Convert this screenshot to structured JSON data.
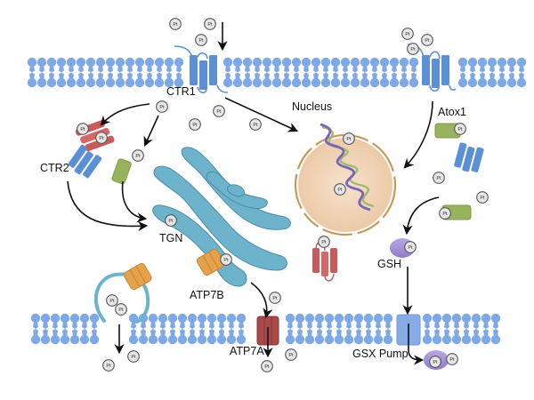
{
  "title": "Cellular platinum transport pathway",
  "colors": {
    "membrane": "#7ea8e6",
    "membrane_dark": "#6b98dc",
    "ctr_protein": "#5b8fd6",
    "golgi": "#6eb3cc",
    "golgi_edge": "#4a8ea8",
    "nucleus_fill": "#f3d8bd",
    "nucleus_ring": "#c49a5a",
    "dna_purple": "#7a66b8",
    "dna_green": "#9dbb6a",
    "atox_green": "#98b35d",
    "red_protein": "#c85a5a",
    "atp7b_orange": "#e6a24a",
    "atp7a_red": "#a84a4a",
    "gsh_purple": "#a896d6",
    "pt_fill": "#e6e6e6",
    "pt_edge": "#555555",
    "arrow": "#111111"
  },
  "labels": {
    "ctr1": "CTR1",
    "ctr2": "CTR2",
    "nucleus": "Nucleus",
    "atox1": "Atox1",
    "tgn": "TGN",
    "atp7b": "ATP7B",
    "atp7a": "ATP7A",
    "gsh": "GSH",
    "gsx_pump": "GSX Pump"
  },
  "pt_symbol": "Pt"
}
